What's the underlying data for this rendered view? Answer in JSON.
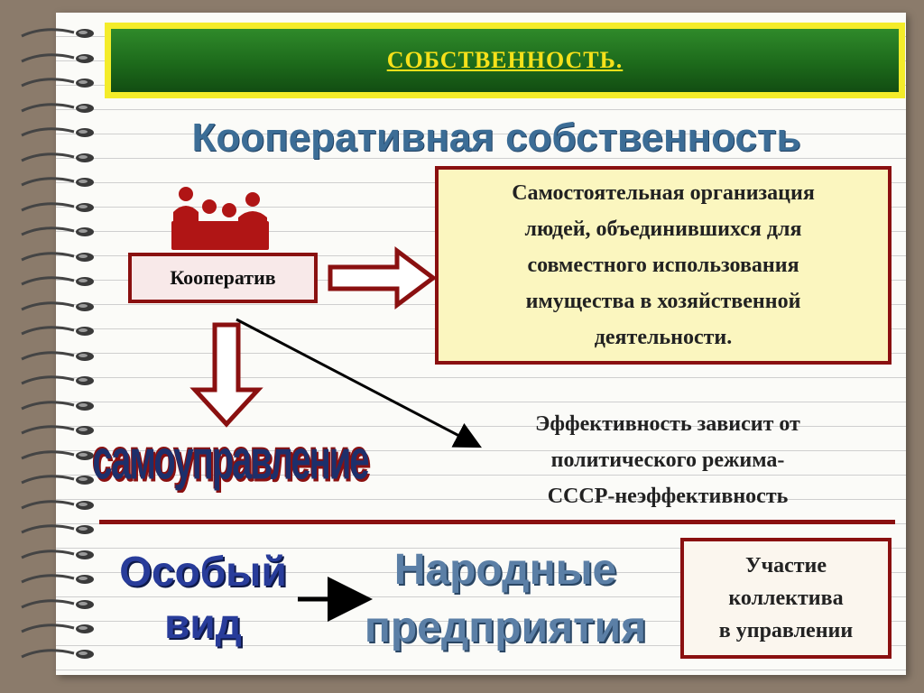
{
  "title_bar": {
    "label": "СОБСТВЕННОСТЬ."
  },
  "heading": "Кооперативная собственность",
  "cooperative_label": "Кооператив",
  "definition_lines": [
    "Самостоятельная организация",
    "людей, объединившихся для",
    "совместного использования",
    "имущества в хозяйственной",
    "деятельности."
  ],
  "self_government": "самоуправление",
  "efficiency_lines": [
    "Эффективность зависит от",
    "политического режима-",
    "СССР-неэффективность"
  ],
  "special_kind_lines": [
    "Особый",
    "вид"
  ],
  "people_enterprises_lines": [
    "Народные",
    "предприятия"
  ],
  "participation_lines": [
    "Участие",
    "коллектива",
    "в управлении"
  ],
  "colors": {
    "title_green": "#1d6a1b",
    "title_border": "#f4ec2a",
    "title_text": "#f6e11a",
    "box_border": "#8a1010",
    "heading_blue": "#3c6d96",
    "special_blue": "#283c9a"
  },
  "icons": [
    "spiral-binding-icon",
    "people-silhouette-icon",
    "arrow-right-icon",
    "arrow-down-icon"
  ]
}
